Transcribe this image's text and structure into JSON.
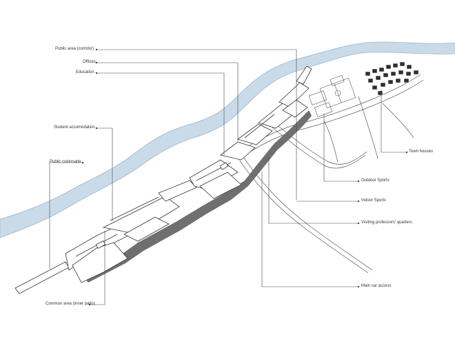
{
  "labels": {
    "public_area": "Public area (corridor)",
    "offices": "Offices",
    "education": "Education",
    "student_accommodation": "Student accomodation",
    "public_colonnade": "Public  colonnade",
    "common_area": "Common area (inner patio)",
    "town_houses": "Town houses",
    "outdoor_sports": "Outdoor Sports",
    "indoor_sports": "Indoor Sports",
    "visiting_professors": "Visiting professors' quarters",
    "main_car_access": "Main car access"
  },
  "colors": {
    "river_fill": "#c9dbe9",
    "river_edge": "#9ab8cf",
    "building_stroke": "#333333",
    "shadow": "#6f6f6f",
    "leader": "#444444"
  }
}
